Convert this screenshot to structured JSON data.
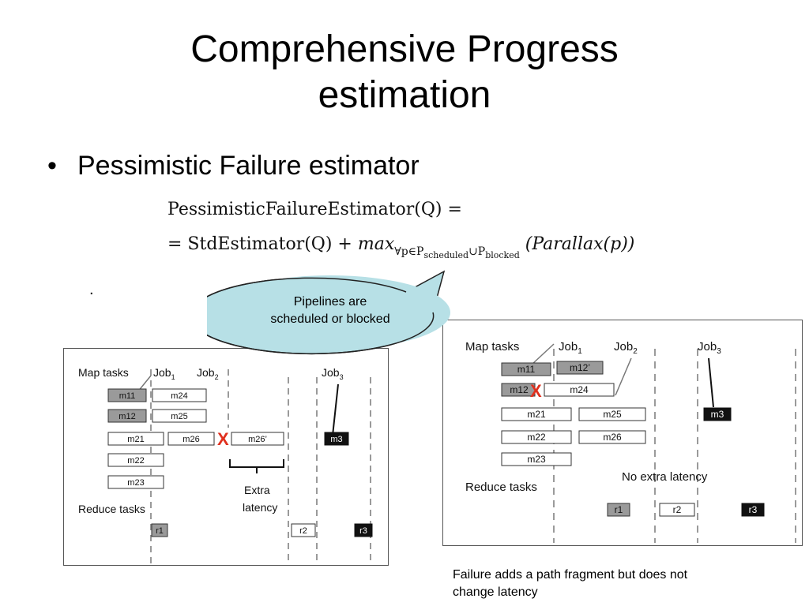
{
  "slide": {
    "title_line1": "Comprehensive Progress",
    "title_line2": "estimation",
    "bullet_symbol": "•",
    "bullet_text": "Pessimistic Failure estimator",
    "dot": "."
  },
  "formula": {
    "lhs": "PessimisticFailureEstimator(Q) =",
    "rhs_prefix": "= StdEstimator(Q) + ",
    "max": "max",
    "forall": "∀p∈P",
    "sub_scheduled": "scheduled",
    "union": "∪P",
    "sub_blocked": "blocked",
    "parallax": "(Parallax(p))"
  },
  "callout": {
    "line1": "Pipelines are",
    "line2": "scheduled or blocked"
  },
  "left_diagram": {
    "map_tasks": "Map tasks",
    "reduce_tasks": "Reduce tasks",
    "job1": "Job",
    "job1_sub": "1",
    "job2": "Job",
    "job2_sub": "2",
    "job3": "Job",
    "job3_sub": "3",
    "m11": "m11",
    "m12": "m12",
    "m21": "m21",
    "m22": "m22",
    "m23": "m23",
    "m24": "m24",
    "m25": "m25",
    "m26": "m26",
    "m26p": "m26’",
    "m3": "m3",
    "x_mark": "X",
    "extra": "Extra",
    "latency": "latency",
    "r1": "r1",
    "r2": "r2",
    "r3": "r3"
  },
  "right_diagram": {
    "map_tasks": "Map tasks",
    "reduce_tasks": "Reduce tasks",
    "job1": "Job",
    "job1_sub": "1",
    "job2": "Job",
    "job2_sub": "2",
    "job3": "Job",
    "job3_sub": "3",
    "m11": "m11",
    "m12p": "m12’",
    "m12": "m12",
    "m24": "m24",
    "m21": "m21",
    "m25": "m25",
    "m22": "m22",
    "m26": "m26",
    "m23": "m23",
    "m3": "m3",
    "x_mark": "X",
    "no_extra": "No extra latency",
    "r1": "r1",
    "r2": "r2",
    "r3": "r3"
  },
  "caption": {
    "line1": "Failure adds a path fragment but does not",
    "line2": "change latency"
  },
  "colors": {
    "callout_fill": "#b7e0e6",
    "callout_stroke": "#222222",
    "gray_task": "#9a9a9a",
    "black_task": "#111111",
    "failure_x": "#e0301e",
    "dashed_line": "#9a9a9a"
  }
}
